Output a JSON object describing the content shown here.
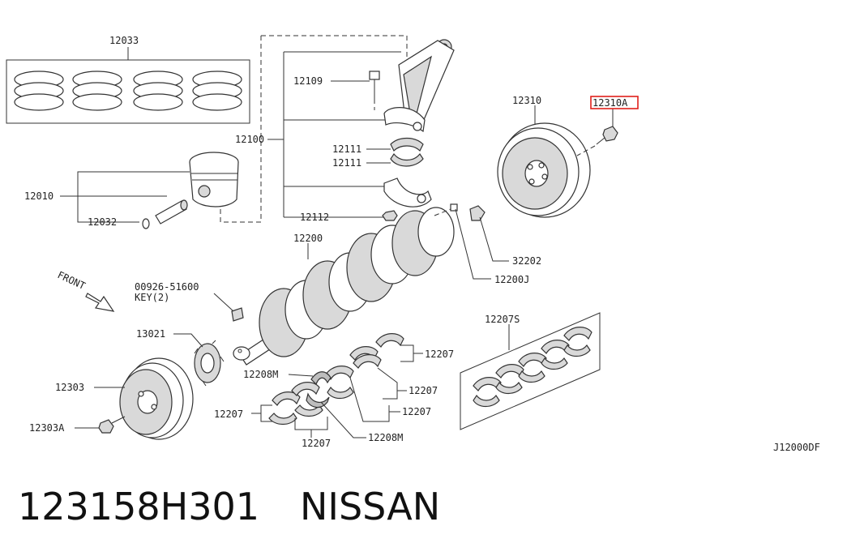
{
  "diagram": {
    "code": "J12000DF",
    "highlight_color": "#e0201b",
    "callouts": {
      "c12033": "12033",
      "c12109": "12109",
      "c12100": "12100",
      "c12111a": "12111",
      "c12111b": "12111",
      "c12112": "12112",
      "c12010": "12010",
      "c12032": "12032",
      "c12310": "12310",
      "c12310A": "12310A",
      "c12200": "12200",
      "c32202": "32202",
      "c12200J": "12200J",
      "c00926": "00926-51600",
      "cKey": "KEY(2)",
      "front": "FRONT",
      "c13021": "13021",
      "c12303": "12303",
      "c12303A": "12303A",
      "c12208Ma": "12208M",
      "c12208Mb": "12208M",
      "c12207S": "12207S",
      "c12207a": "12207",
      "c12207b": "12207",
      "c12207c": "12207",
      "c12207d": "12207",
      "c12207e": "12207"
    }
  },
  "footer": {
    "part_number": "123158H301",
    "brand": "NISSAN"
  }
}
